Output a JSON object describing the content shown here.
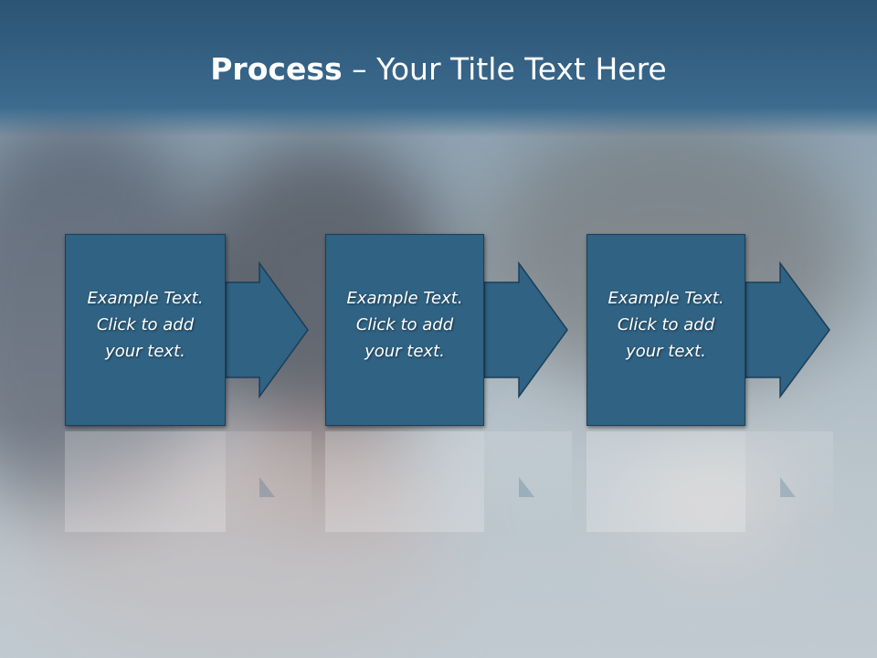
{
  "slide": {
    "title_bold": "Process",
    "title_rest": " – Your Title Text Here"
  },
  "steps": [
    {
      "line1": "Example Text.",
      "line2": "Click  to add",
      "line3": "your text."
    },
    {
      "line1": "Example Text.",
      "line2": "Click  to add",
      "line3": "your text."
    },
    {
      "line1": "Example Text.",
      "line2": "Click  to add",
      "line3": "your text."
    }
  ],
  "colors": {
    "title_bar": "#3b6b8f",
    "step_fill": "#2f6283",
    "step_border": "#1c3e58",
    "text": "#ffffff"
  },
  "icons": [
    "right-arrow-icon"
  ]
}
